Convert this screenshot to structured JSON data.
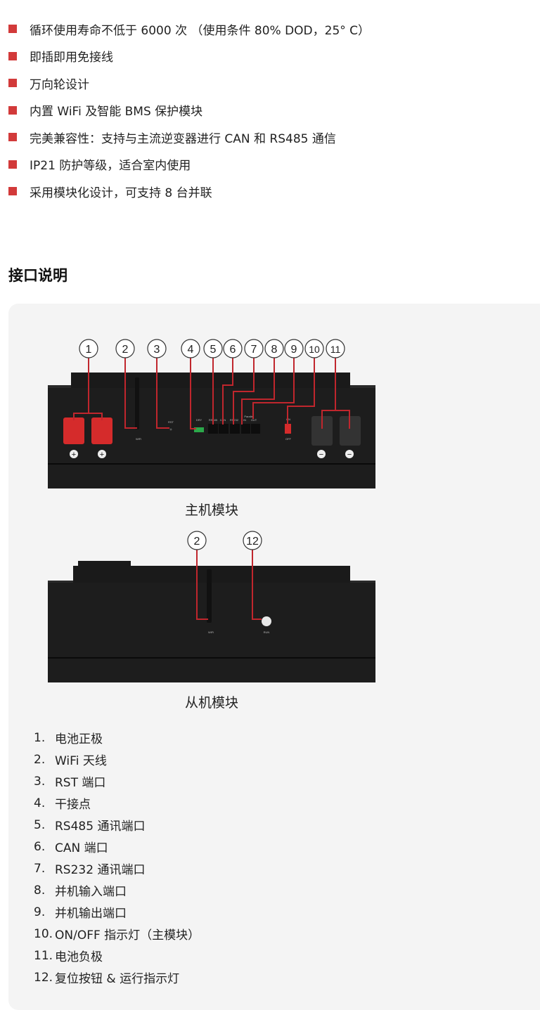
{
  "features": [
    "循环使用寿命不低于 6000 次 （使用条件 80% DOD，25° C）",
    "即插即用免接线",
    "万向轮设计",
    "内置 WiFi 及智能 BMS 保护模块",
    "完美兼容性：支持与主流逆变器进行 CAN 和 RS485 通信",
    "IP21 防护等级，适合室内使用",
    "采用模块化设计，可支持 8 台并联"
  ],
  "section_title": "接口说明",
  "master": {
    "caption": "主机模块",
    "callouts": [
      "1",
      "2",
      "3",
      "4",
      "5",
      "6",
      "7",
      "8",
      "9",
      "10",
      "11"
    ],
    "labels": {
      "wifi": "WiFi",
      "rst": "RST",
      "dry": "DRY",
      "rs485": "RS485",
      "can": "CAN",
      "rs232": "RS232",
      "pin": "IN",
      "pout": "OUT",
      "parallel": "Parallel",
      "on": "ON",
      "off": "OFF"
    }
  },
  "slave": {
    "caption": "从机模块",
    "callouts": [
      "2",
      "12"
    ],
    "labels": {
      "wifi": "WiFi",
      "run": "RUN"
    }
  },
  "legend": [
    {
      "num": "1.",
      "text": "电池正极"
    },
    {
      "num": "2.",
      "text": "WiFi 天线"
    },
    {
      "num": "3.",
      "text": "RST 端口"
    },
    {
      "num": "4.",
      "text": "干接点"
    },
    {
      "num": "5.",
      "text": "RS485 通讯端口"
    },
    {
      "num": "6.",
      "text": "CAN 端口"
    },
    {
      "num": "7.",
      "text": "RS232 通讯端口"
    },
    {
      "num": "8.",
      "text": "并机输入端口"
    },
    {
      "num": "9.",
      "text": "并机输出端口"
    },
    {
      "num": "10.",
      "text": "ON/OFF 指示灯（主模块）"
    },
    {
      "num": "11.",
      "text": "电池负极"
    },
    {
      "num": "12.",
      "text": "复位按钮 & 运行指示灯"
    }
  ],
  "colors": {
    "bullet": "#d23a3a",
    "callout_line": "#c0262d",
    "terminal_pos": "#d52b2b",
    "device_body": "#1d1d1d",
    "panel_bg": "#f4f4f4"
  }
}
